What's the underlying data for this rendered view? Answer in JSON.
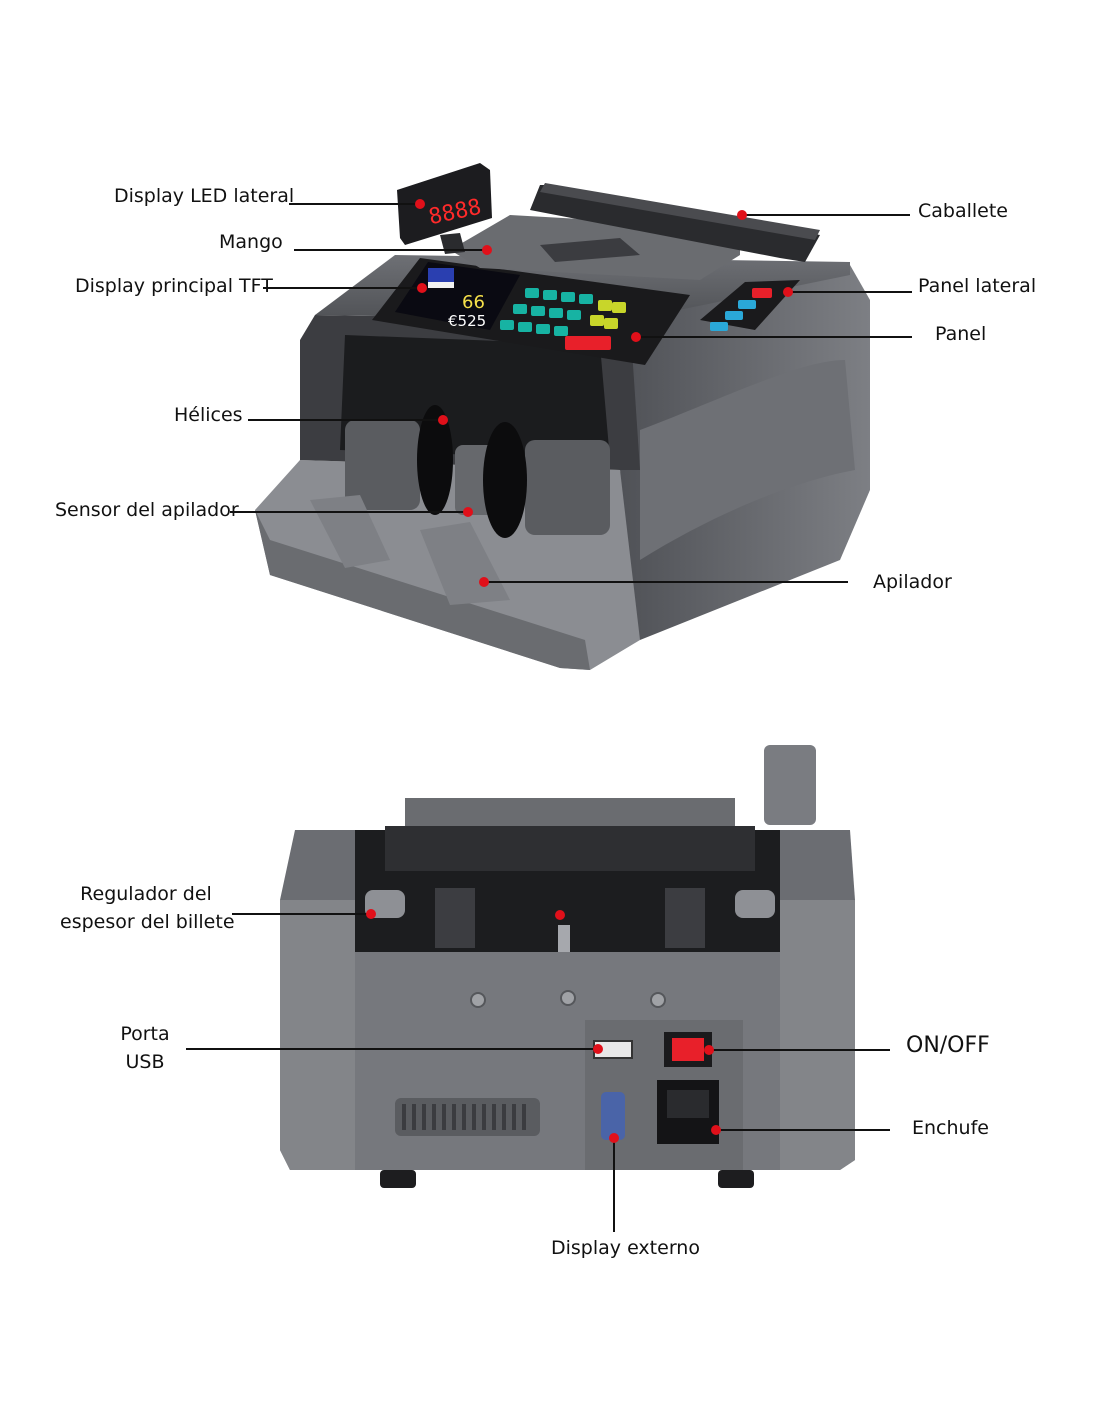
{
  "front_labels": {
    "display_led_lateral": "Display LED lateral",
    "mango": "Mango",
    "display_principal_tft": "Display principal TFT",
    "helices": "Hélices",
    "sensor_apilador": "Sensor del apilador",
    "caballete": "Caballete",
    "panel_lateral": "Panel lateral",
    "panel": "Panel",
    "apilador": "Apilador"
  },
  "back_labels": {
    "regulador_line1": "Regulador del",
    "regulador_line2": "espesor del billete",
    "porta_line1": "Porta",
    "porta_line2": "USB",
    "on_off": "ON/OFF",
    "enchufe": "Enchufe",
    "display_externo": "Display externo"
  },
  "machine_readouts": {
    "led_digits": "8888",
    "tft_count": "66",
    "tft_amount": "€525"
  },
  "colors": {
    "marker": "#e0101a",
    "line": "#111111",
    "body_dark": "#3a3b3f",
    "body_mid": "#5c5e63",
    "body_light": "#8a8c91",
    "key_teal": "#17b3a3",
    "key_yellow": "#c8d62a",
    "key_red": "#e8202a",
    "led_red": "#ff2a2a"
  }
}
